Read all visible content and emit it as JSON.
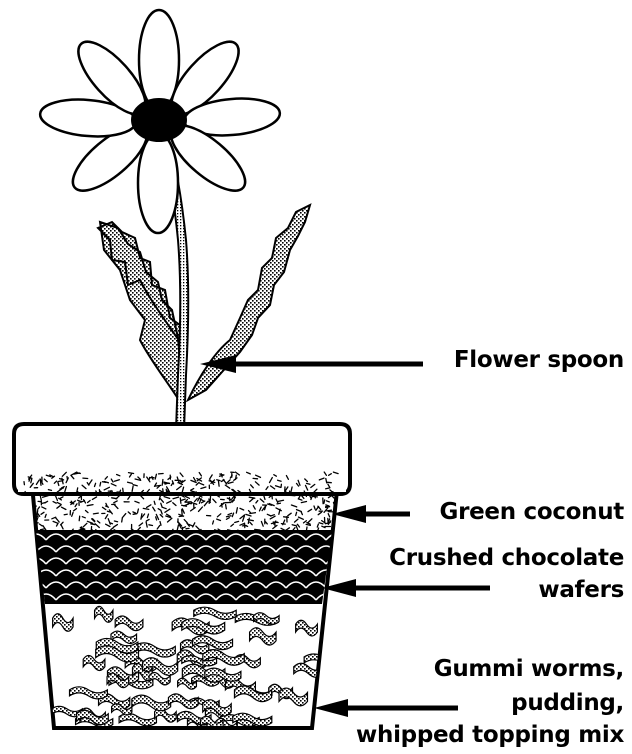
{
  "labels": {
    "flower_spoon": "Flower spoon",
    "green_coconut": "Green coconut",
    "crushed_line1": "Crushed chocolate",
    "crushed_line2": "wafers",
    "gummi_line1": "Gummi worms,",
    "gummi_line2": "pudding,",
    "gummi_line3": "whipped topping mix"
  },
  "colors": {
    "ink": "#000000",
    "paper": "#ffffff",
    "leaf_fill": "#8a8a8a",
    "stem_fill": "#b5b5b5",
    "worm_fill": "#9a9a9a"
  }
}
